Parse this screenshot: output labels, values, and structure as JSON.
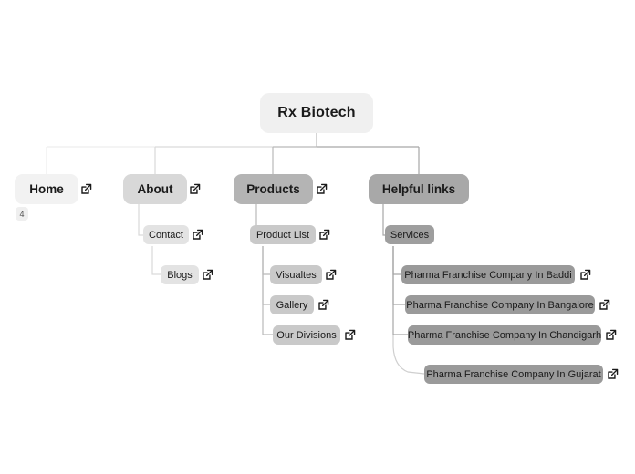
{
  "diagram": {
    "type": "sitemap-tree",
    "background": "#ffffff",
    "palette": {
      "root_fill": "#f0f0f0",
      "home_fill": "#f2f2f2",
      "about_fill": "#d8d8d8",
      "products_fill": "#b4b4b4",
      "helpful_fill": "#a8a8a8",
      "lvl3_light_fill": "#e3e3e3",
      "lvl3_mid_fill": "#c9c9c9",
      "lvl3_dark_fill": "#9e9e9e",
      "lvl4_fill": "#9a9a9a",
      "text": "#1a1a1a",
      "badge_fill": "#efefef",
      "badge_text": "#555555",
      "wire_faint": "#f0f0f0",
      "wire_light": "#d7d7d7",
      "wire_mid": "#b9b9b9",
      "wire_dark": "#9e9e9e"
    },
    "icon_name": "external-link-icon"
  },
  "root": {
    "label": "Rx Biotech",
    "has_external_link": false
  },
  "level2": [
    {
      "label": "Home",
      "has_external_link": true,
      "badge": "4"
    },
    {
      "label": "About",
      "has_external_link": true,
      "badge": null
    },
    {
      "label": "Products",
      "has_external_link": true,
      "badge": null
    },
    {
      "label": "Helpful links",
      "has_external_link": false,
      "badge": null
    }
  ],
  "branch_about": [
    {
      "label": "Contact",
      "has_external_link": true
    },
    {
      "label": "Blogs",
      "has_external_link": true
    }
  ],
  "branch_products": [
    {
      "label": "Product List",
      "has_external_link": true
    },
    {
      "label": "Visualtes",
      "has_external_link": true
    },
    {
      "label": "Gallery",
      "has_external_link": true
    },
    {
      "label": "Our Divisions",
      "has_external_link": true
    }
  ],
  "branch_helpful": [
    {
      "label": "Services",
      "has_external_link": false
    },
    {
      "label": "Pharma Franchise Company In Baddi",
      "has_external_link": true
    },
    {
      "label": "Pharma Franchise Company In Bangalore",
      "has_external_link": true
    },
    {
      "label": "Pharma Franchise Company In Chandigarh",
      "has_external_link": true
    },
    {
      "label": "Pharma Franchise Company In Gujarat",
      "has_external_link": true
    }
  ]
}
